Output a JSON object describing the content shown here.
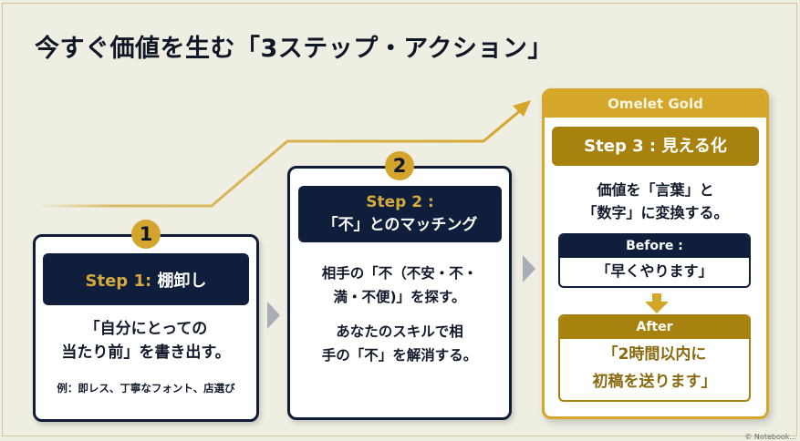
{
  "title": "今すぐ価値を生む「3ステップ・アクション」",
  "colors": {
    "navy": "#0F1E3A",
    "gold": "#D4A62A",
    "dark_gold": "#A8820F",
    "background": "#EFEEE2"
  },
  "steps": [
    {
      "badge": "1",
      "label_prefix": "Step 1:",
      "label_suffix": "棚卸し",
      "body_lines": [
        "「自分にとっての",
        "当たり前」を書き出す。"
      ],
      "example": "例：即レス、丁寧なフォント、店選び"
    },
    {
      "badge": "2",
      "label_prefix": "Step 2 :",
      "label_suffix": "「不」とのマッチング",
      "body_lines": [
        "相手の「不（不安・不・",
        "満・不便)」を探す。",
        "あなたのスキルで相",
        "手の「不」を解消する。"
      ]
    },
    {
      "header": "Omelet Gold",
      "label": "Step 3 : 見える化",
      "body_lines": [
        "価値を「言葉」と",
        "「数字」に変換する。"
      ],
      "before": {
        "label": "Before :",
        "text": "「早くやります」"
      },
      "after": {
        "label": "After",
        "text_lines": [
          "「2時間以内に",
          "初稿を送ります」"
        ]
      }
    }
  ],
  "watermark": "© Notebook..."
}
